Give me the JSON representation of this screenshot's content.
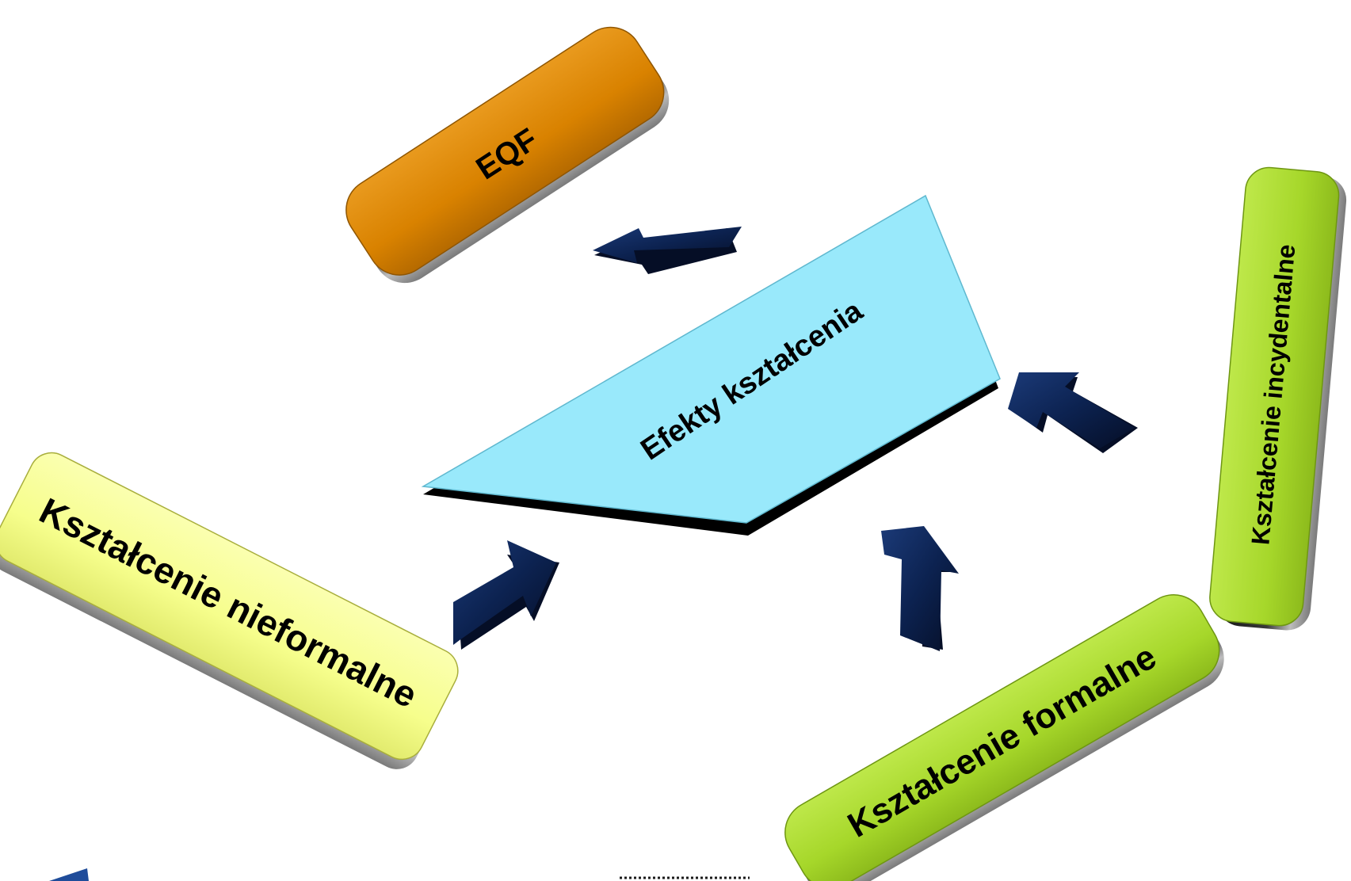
{
  "nodes": {
    "eqf": {
      "label": "EQF",
      "color": "#D98200"
    },
    "efekty": {
      "label": "Efekty kształcenia",
      "color": "#99E9FB"
    },
    "nieformalne": {
      "label": "Kształcenie nieformalne",
      "color": "#F6FE8C"
    },
    "formalne": {
      "label": "Kształcenie formalne",
      "color": "#A6D72A"
    },
    "incydentalne": {
      "label": "Kształcenie incydentalne",
      "color": "#A6D72A"
    }
  },
  "arrow_color": "#0C2250",
  "edges": [
    {
      "from": "efekty",
      "to": "eqf"
    },
    {
      "from": "nieformalne",
      "to": "efekty"
    },
    {
      "from": "formalne",
      "to": "efekty"
    },
    {
      "from": "incydentalne",
      "to": "efekty"
    }
  ]
}
